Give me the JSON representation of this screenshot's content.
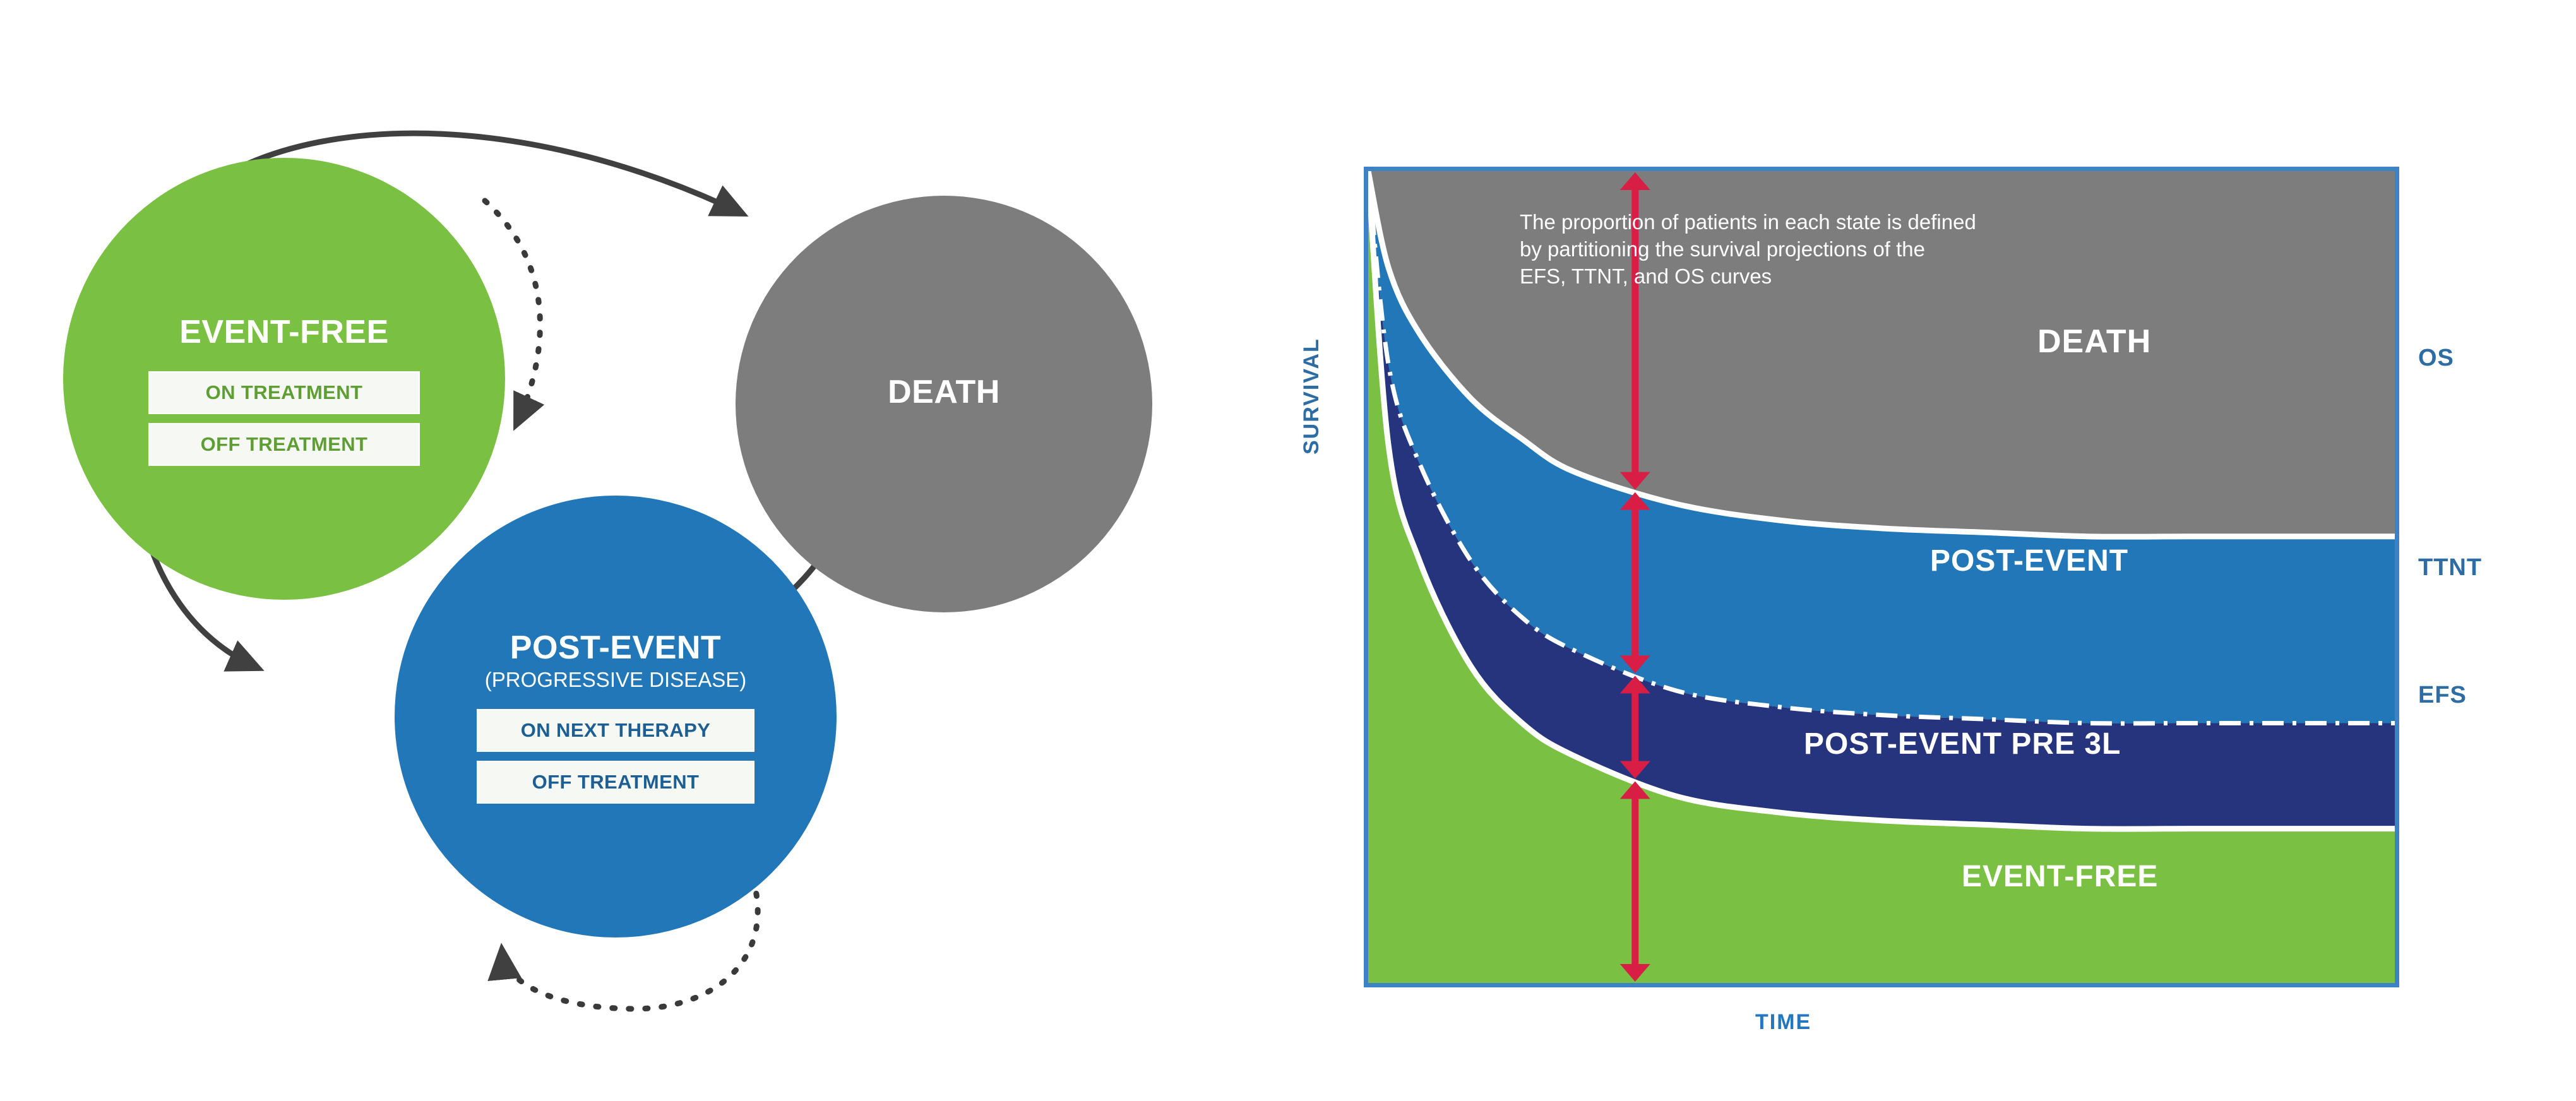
{
  "diagram": {
    "states": [
      {
        "id": "event-free",
        "title": "EVENT-FREE",
        "subtitle": "",
        "pills": [
          "ON TREATMENT",
          "OFF TREATMENT"
        ],
        "color": "#7ac143"
      },
      {
        "id": "post-event",
        "title": "POST-EVENT",
        "subtitle": "(PROGRESSIVE DISEASE)",
        "pills": [
          "ON NEXT THERAPY",
          "OFF TREATMENT"
        ],
        "color": "#2277b8"
      },
      {
        "id": "death",
        "title": "DEATH",
        "subtitle": "",
        "pills": [],
        "color": "#7d7d7d"
      }
    ]
  },
  "chart_data": {
    "type": "area",
    "title": "",
    "xlabel": "TIME",
    "ylabel": "SURVIVAL",
    "xlim": [
      0,
      100
    ],
    "ylim": [
      0,
      100
    ],
    "grid": false,
    "legend_position": "right-outside",
    "annotation": "The proportion of patients in each state is defined\nby partitioning the  survival projections of the\nEFS, TTNT, and OS curves",
    "x": [
      0,
      2,
      5,
      10,
      15,
      20,
      30,
      40,
      50,
      60,
      70,
      80,
      90,
      100
    ],
    "series": [
      {
        "name": "OS",
        "label": "OS",
        "color": "#2277b8",
        "values": [
          100,
          88,
          80,
          72,
          67,
          63,
          59,
          57,
          56,
          55.5,
          55,
          55,
          55,
          55
        ]
      },
      {
        "name": "TTNT",
        "label": "TTNT",
        "color": "#1f3a93",
        "values": [
          100,
          76,
          64,
          52,
          45,
          41,
          36,
          34,
          33,
          32.5,
          32,
          32,
          32,
          32
        ]
      },
      {
        "name": "EFS",
        "label": "EFS",
        "color": "#7ac143",
        "values": [
          100,
          66,
          52,
          39,
          32,
          28,
          23,
          21,
          20,
          19.5,
          19,
          19,
          19,
          19
        ]
      }
    ],
    "bands": [
      {
        "name": "DEATH",
        "label": "DEATH",
        "color": "#7d7d7d",
        "bounded_above_by": "top",
        "bounded_below_by": "OS"
      },
      {
        "name": "POST-EVENT",
        "label": "POST-EVENT",
        "color": "#2277b8",
        "bounded_above_by": "OS",
        "bounded_below_by": "TTNT"
      },
      {
        "name": "POST-EVENT PRE 3L",
        "label": "POST-EVENT PRE 3L",
        "color": "#26347e",
        "bounded_above_by": "TTNT",
        "bounded_below_by": "EFS"
      },
      {
        "name": "EVENT-FREE",
        "label": "EVENT-FREE",
        "color": "#7ac143",
        "bounded_above_by": "EFS",
        "bounded_below_by": "baseline"
      }
    ],
    "curve_labels": [
      "OS",
      "TTNT",
      "EFS"
    ],
    "partition_marker_color": "#d81e45",
    "partition_markers": [
      {
        "from": "top",
        "to": "OS"
      },
      {
        "from": "OS",
        "to": "TTNT"
      },
      {
        "from": "TTNT",
        "to": "EFS"
      },
      {
        "from": "EFS",
        "to": "baseline"
      }
    ],
    "frame_color": "#3d82c4"
  }
}
